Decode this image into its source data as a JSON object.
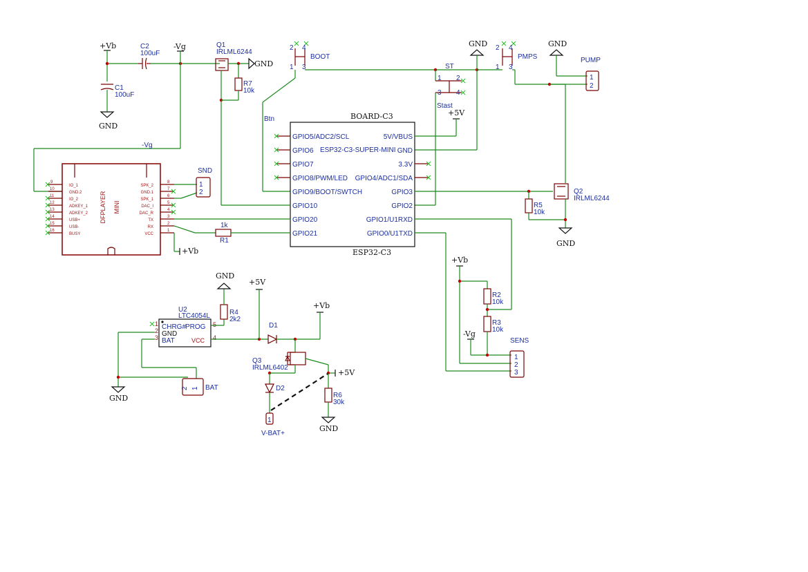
{
  "power": {
    "vb": "+Vb",
    "vg": "-Vg",
    "gnd": "GND",
    "v5": "+5V",
    "net_vg": "-Vg",
    "net_btn": "Btn"
  },
  "components": {
    "c1": {
      "ref": "C1",
      "value": "100uF"
    },
    "c2": {
      "ref": "C2",
      "value": "100uF"
    },
    "q1": {
      "ref": "Q1",
      "value": "IRLML6244"
    },
    "q2": {
      "ref": "Q2",
      "value": "IRLML6244"
    },
    "q3": {
      "ref": "Q3",
      "value": "IRLML6402"
    },
    "r1": {
      "ref": "R1",
      "value": "1k"
    },
    "r2": {
      "ref": "R2",
      "value": "10k"
    },
    "r3": {
      "ref": "R3",
      "value": "10k"
    },
    "r4": {
      "ref": "R4",
      "value": "2k2"
    },
    "r5": {
      "ref": "R5",
      "value": "10k"
    },
    "r6": {
      "ref": "R6",
      "value": "30k"
    },
    "r7": {
      "ref": "R7",
      "value": "10k"
    },
    "d1": {
      "ref": "D1"
    },
    "d2": {
      "ref": "D2"
    },
    "boot": {
      "ref": "BOOT"
    },
    "pmps": {
      "ref": "PMPS"
    },
    "st": {
      "ref": "ST",
      "net": "Stast"
    },
    "pump": {
      "ref": "PUMP"
    },
    "snd": {
      "ref": "SND"
    },
    "sens": {
      "ref": "SENS"
    },
    "bat": {
      "ref": "BAT"
    },
    "vbat": {
      "ref": "V-BAT+"
    }
  },
  "board": {
    "title": "BOARD-C3",
    "name": "ESP32-C3-SUPER-MINI",
    "footer": "ESP32-C3",
    "left_pins": [
      "GPIO5/ADC2/SCL",
      "GPIO6",
      "GPIO7",
      "GPIO8/PWM/LED",
      "GPIO9/BOOT/SWTCH",
      "GPIO10",
      "GPIO20",
      "GPIO21"
    ],
    "right_pins": [
      "5V/VBUS",
      "GND",
      "3.3V",
      "GPIO4/ADC1/SDA",
      "GPIO3",
      "GPIO2",
      "GPIO1/U1RXD",
      "GPIO0/U1TXD"
    ]
  },
  "dfplayer": {
    "name": "DFPLAYER",
    "sub": "MINI",
    "left_pins": [
      "IO_1",
      "GND.2",
      "IO_2",
      "ADKEY_1",
      "ADKEY_2",
      "USB+",
      "USB-",
      "BUSY"
    ],
    "left_nums": [
      "9",
      "10",
      "11",
      "12",
      "13",
      "14",
      "15",
      "16"
    ],
    "right_pins": [
      "SPK_2",
      "GND.1",
      "SPK_1",
      "DAC_I",
      "DAC_R",
      "TX",
      "RX",
      "VCC"
    ],
    "right_nums": [
      "8",
      "7",
      "6",
      "5",
      "4",
      "3",
      "2",
      "1"
    ]
  },
  "charger": {
    "ref": "U2",
    "value": "LTC4054L",
    "pin_chrg": "CHRG#",
    "pin_prog": "PROG",
    "pin_gnd": "GND",
    "pin_bat": "BAT",
    "pin_vcc": "VCC",
    "num_1": "1",
    "num_2": "2",
    "num_3": "3",
    "num_4": "4",
    "num_5": "5"
  },
  "pins": {
    "one": "1",
    "two": "2",
    "three": "3",
    "four": "4"
  }
}
